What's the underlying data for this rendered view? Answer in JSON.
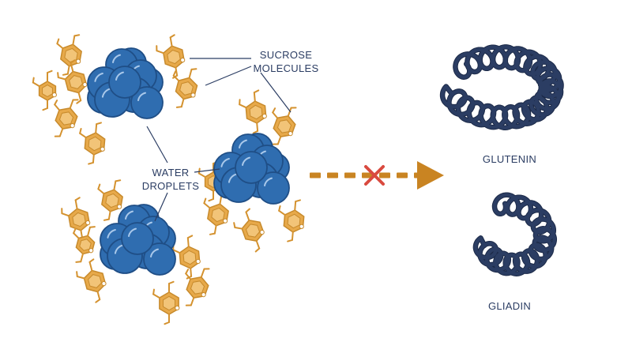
{
  "labels": {
    "sucrose_line1": "SUCROSE",
    "sucrose_line2": "MOLECULES",
    "water_line1": "WATER",
    "water_line2": "DROPLETS",
    "glutenin": "GLUTENIN",
    "gliadin": "GLIADIN"
  },
  "colors": {
    "droplet": "#2f6db0",
    "droplet_dark": "#1f4e86",
    "sucrose": "#e7a94a",
    "protein": "#2b3d63",
    "arrow": "#c98422",
    "blocked_cross": "#d94a3f",
    "text": "#2b3d63"
  },
  "icons": {
    "blocked": "cross-mark-icon",
    "direction": "arrow-right-icon"
  }
}
